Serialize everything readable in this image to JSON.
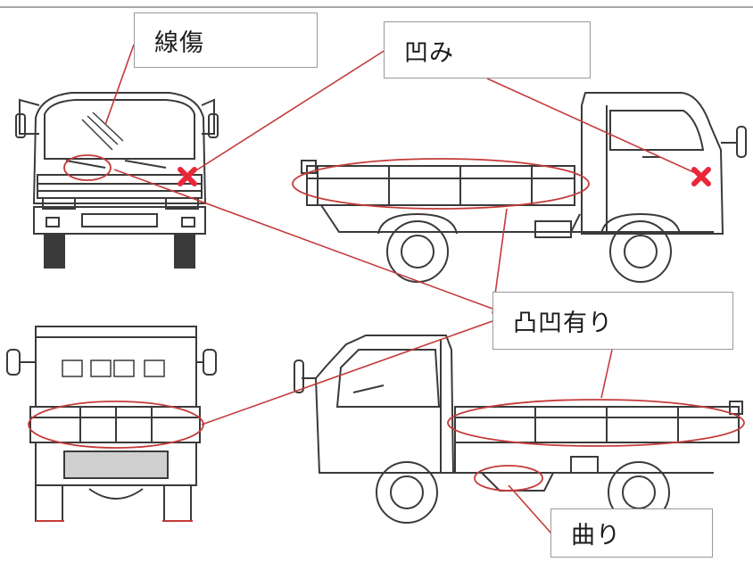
{
  "labels": {
    "scratch": "線傷",
    "dent": "凹み",
    "bumps": "凸凹有り",
    "bent": "曲り"
  },
  "colors": {
    "annotation_line": "#c43a3a",
    "dent_marker": "#e8283a",
    "drawing_stroke": "#3a3a3a",
    "frame_line": "#8a8a8a"
  },
  "icons": {
    "dent_marker": "x-mark-icon"
  }
}
